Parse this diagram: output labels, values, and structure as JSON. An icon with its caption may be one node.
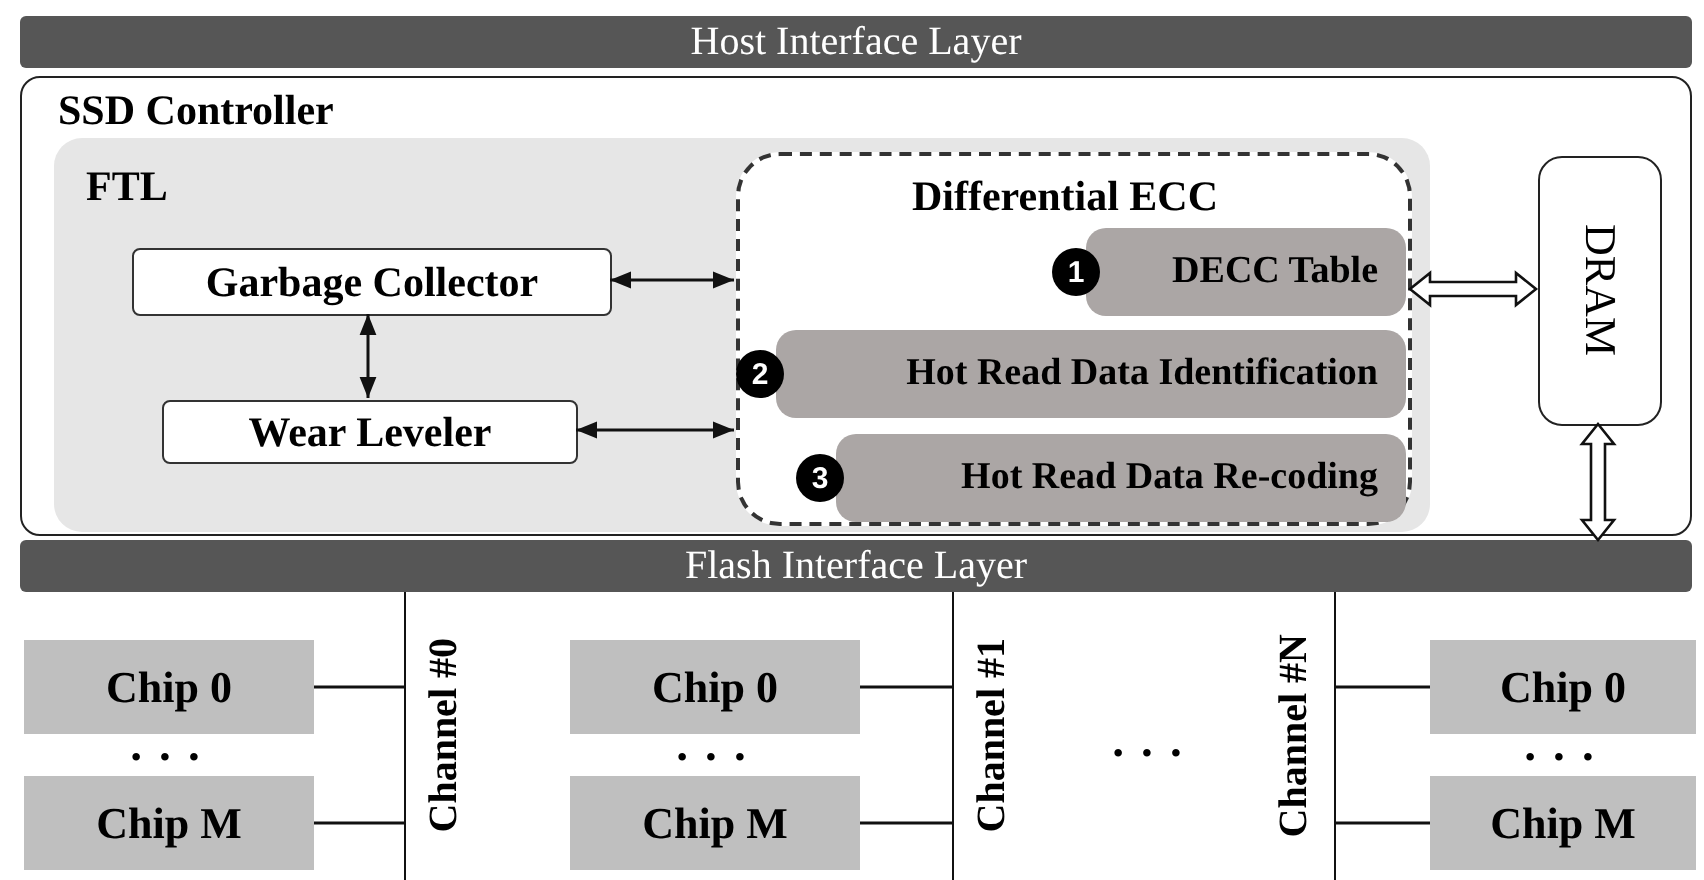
{
  "diagram": {
    "nodes": [
      {
        "text": [
          "Host Interface Layer"
        ]
      },
      {
        "text": [
          "SSD Controller"
        ]
      },
      {
        "text": [
          "FTL"
        ],
        "in": 1
      },
      {
        "text": [
          "Garbage Collector"
        ],
        "in": 2
      },
      {
        "text": [
          "Wear Leveler"
        ],
        "in": 2
      },
      {
        "text": [
          "Differential ECC"
        ],
        "in": 2
      },
      {
        "text": [
          "1",
          "DECC Table"
        ],
        "in": 5
      },
      {
        "text": [
          "2",
          "Hot Read Data Identification"
        ],
        "in": 5
      },
      {
        "text": [
          "3",
          "Hot Read Data Re-coding"
        ],
        "in": 5
      },
      {
        "text": [
          "DRAM"
        ],
        "in": 1
      },
      {
        "text": [
          "Flash Interface Layer"
        ]
      },
      {
        "text": [
          "Chip 0"
        ]
      },
      {
        "text": [
          "Chip M"
        ]
      },
      {
        "text": [
          "Channel #0"
        ]
      },
      {
        "text": [
          "Chip 0"
        ]
      },
      {
        "text": [
          "Chip M"
        ]
      },
      {
        "text": [
          "Channel #1"
        ]
      },
      {
        "text": [
          "Channel #N"
        ]
      },
      {
        "text": [
          "Chip 0"
        ]
      },
      {
        "text": [
          "Chip M"
        ]
      }
    ],
    "edges": [
      {
        "from": 3,
        "to": 5,
        "arrow": "both"
      },
      {
        "from": 3,
        "to": 4,
        "arrow": "both"
      },
      {
        "from": 4,
        "to": 5,
        "arrow": "both"
      },
      {
        "from": 5,
        "to": 9,
        "arrow": "both",
        "style": "thick"
      },
      {
        "from": 9,
        "to": 10,
        "arrow": "both",
        "style": "thick"
      },
      {
        "from": 11,
        "to": 13,
        "arrow": "none"
      },
      {
        "from": 12,
        "to": 13,
        "arrow": "none"
      },
      {
        "from": 14,
        "to": 16,
        "arrow": "none"
      },
      {
        "from": 15,
        "to": 16,
        "arrow": "none"
      },
      {
        "from": 17,
        "to": 18,
        "arrow": "none"
      },
      {
        "from": 17,
        "to": 19,
        "arrow": "none"
      }
    ],
    "labels": [
      "• • •",
      "• • •",
      "• • •",
      "• • •"
    ]
  }
}
